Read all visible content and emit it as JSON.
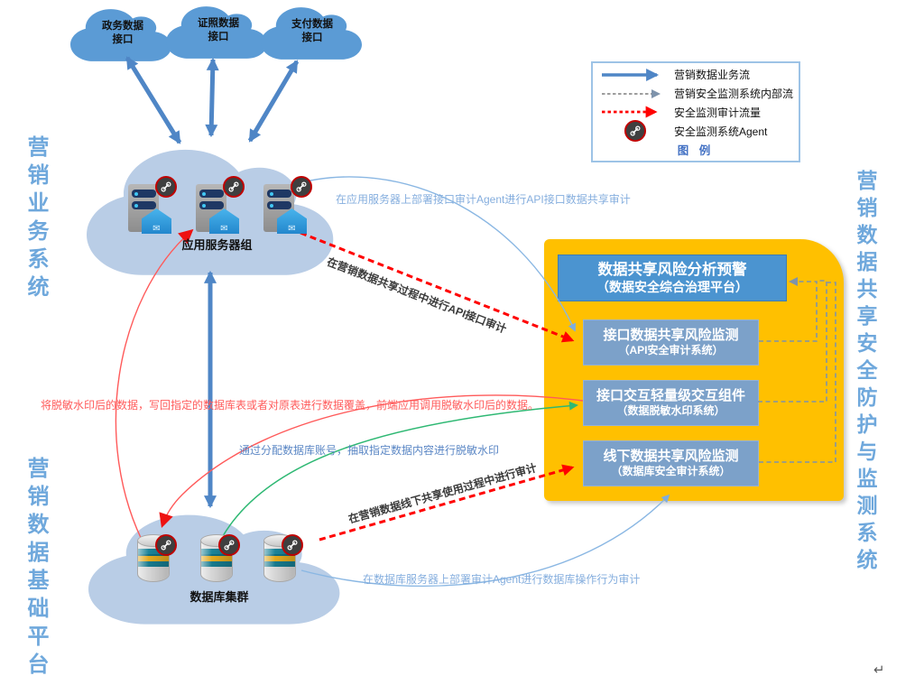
{
  "side_labels": {
    "left_top": "营销业务系统",
    "left_bottom": "营销数据基础平台",
    "right": "营销数据共享安全防护与监测系统"
  },
  "top_clouds": [
    {
      "label": "政务数据\n接口"
    },
    {
      "label": "证照数据\n接口"
    },
    {
      "label": "支付数据\n接口"
    }
  ],
  "app_cloud": {
    "label": "应用服务器组",
    "server_count": 3
  },
  "db_cloud": {
    "label": "数据库集群",
    "database_count": 3
  },
  "platform": {
    "panels": [
      {
        "title": "数据共享风险分析预警",
        "subtitle": "（数据安全综合治理平台）"
      },
      {
        "title": "接口数据共享风险监测",
        "subtitle": "（API安全审计系统）"
      },
      {
        "title": "接口交互轻量级交互组件",
        "subtitle": "（数据脱敏水印系统）"
      },
      {
        "title": "线下数据共享风险监测",
        "subtitle": "（数据库安全审计系统）"
      }
    ]
  },
  "annotations": {
    "api_agent": "在应用服务器上部署接口审计Agent进行API接口数据共享审计",
    "api_audit": "在营销数据共享过程中进行API接口审计",
    "watermark_writeback": "将脱敏水印后的数据，写回指定的数据库表或者对原表进行数据覆盖，前端应用调用脱敏水印后的数据。",
    "db_account": "通过分配数据库账号，抽取指定数据内容进行脱敏水印",
    "offline_audit": "在营销数据线下共享使用过程中进行审计",
    "db_agent": "在数据库服务器上部署审计Agent进行数据库操作行为审计"
  },
  "legend": {
    "title": "图 例",
    "items": [
      {
        "icon": "blue-solid-arrow",
        "label": "营销数据业务流"
      },
      {
        "icon": "gray-dashed-arrow",
        "label": "营销安全监测系统内部流"
      },
      {
        "icon": "red-dotted-arrow",
        "label": "安全监测审计流量"
      },
      {
        "icon": "agent-badge-icon",
        "label": "安全监测系统Agent"
      }
    ]
  },
  "icons": {
    "agent": "chain-link-agent-badge",
    "server": "application-server",
    "database": "database-cylinder",
    "cloud": "cloud-shape"
  },
  "colors": {
    "business_flow_blue": "#4f86c6",
    "internal_flow_gray": "#7f7f7f",
    "audit_flow_red": "#ff0000",
    "extract_green": "#2eb873",
    "platform_orange": "#ffc000",
    "panel_dark_blue": "#4b94d0",
    "panel_light_blue": "#7ca1c9",
    "small_cloud_blue": "#5b9bd5",
    "big_cloud_blue": "#b9cde6",
    "side_label_blue": "#6fa8dc",
    "legend_border_blue": "#9dc3e6"
  },
  "misc": {
    "return_mark": "↵"
  }
}
